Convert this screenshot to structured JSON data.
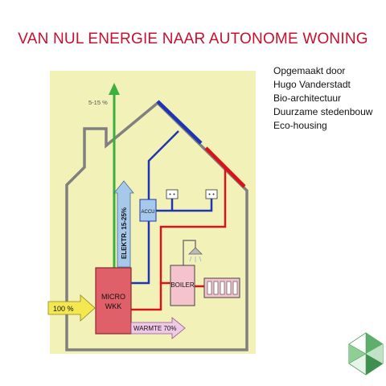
{
  "title": "VAN NUL ENERGIE NAAR AUTONOME WONING",
  "credits": [
    "Opgemaakt door",
    "Hugo Vanderstadt",
    "Bio-architectuur",
    "Duurzame stedenbouw",
    "Eco-housing"
  ],
  "diagram": {
    "chimney_loss": "5-15 %",
    "input": "100 %",
    "chp_line1": "MICRO",
    "chp_line2": "WKK",
    "electric": "ELEKTR. 15-25%",
    "battery": "ACCU",
    "boiler": "BOILER",
    "heat": "WARMTE 70%"
  },
  "colors": {
    "title": "#c8102e",
    "panel": "#f2f1b8",
    "house_outline": "#808080",
    "chp_unit": "#e0606a",
    "electric_line": "#1f35b4",
    "heat_line": "#d7141c",
    "exhaust_arrow": "#3cb03c",
    "electric_arrow": "#a6c8ea",
    "heat_arrow": "#f0c8e8",
    "input_arrow": "#f4e850"
  }
}
